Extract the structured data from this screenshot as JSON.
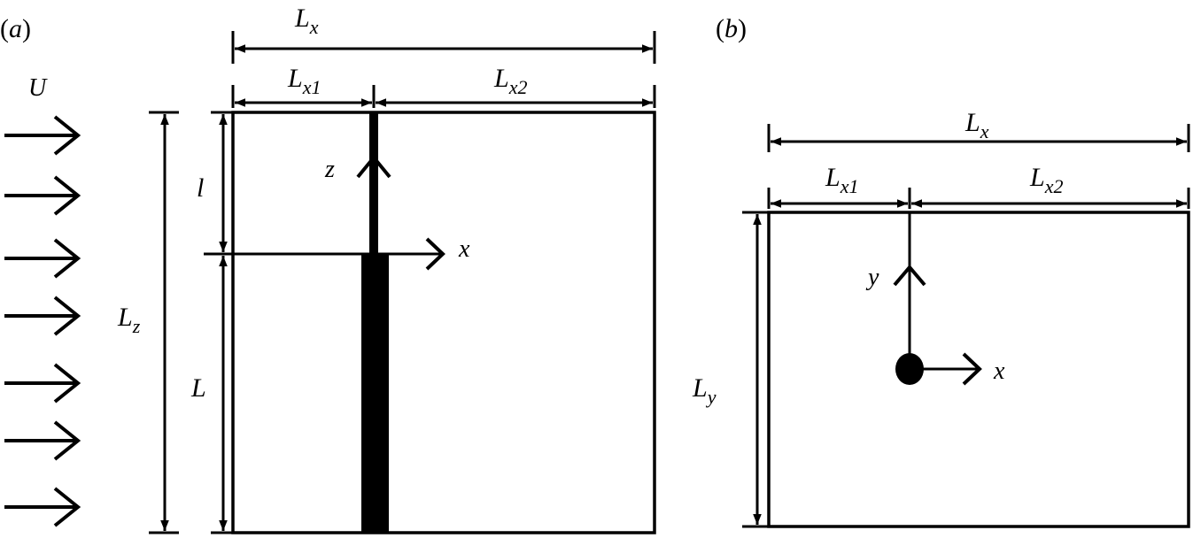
{
  "panel_a": {
    "label_open": "(",
    "label_letter": "a",
    "label_close": ")",
    "flow_label": "U",
    "dim_Lx": {
      "main": "L",
      "sub": "x"
    },
    "dim_Lx1": {
      "main": "L",
      "sub": "x1"
    },
    "dim_Lx2": {
      "main": "L",
      "sub": "x2"
    },
    "dim_Lz": {
      "main": "L",
      "sub": "z"
    },
    "dim_l": "l",
    "dim_L": "L",
    "axis_z": "z",
    "axis_x": "x"
  },
  "panel_b": {
    "label_open": "(",
    "label_letter": "b",
    "label_close": ")",
    "dim_Lx": {
      "main": "L",
      "sub": "x"
    },
    "dim_Lx1": {
      "main": "L",
      "sub": "x1"
    },
    "dim_Lx2": {
      "main": "L",
      "sub": "x2"
    },
    "dim_Ly": {
      "main": "L",
      "sub": "y"
    },
    "axis_y": "y",
    "axis_x": "x"
  }
}
